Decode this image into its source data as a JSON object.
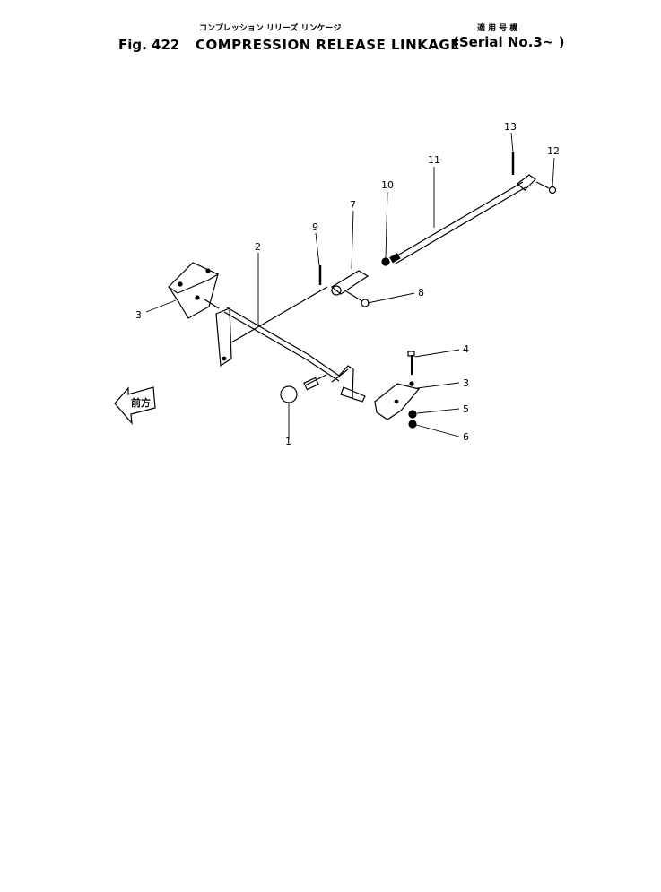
{
  "header": {
    "figure_number": "Fig. 422",
    "title": "COMPRESSION RELEASE LINKAGE",
    "title_japanese": "コンプレッション リリーズ リンケージ",
    "serial": "(Serial No.3~     )",
    "serial_japanese": "適 用 号 機"
  },
  "diagram": {
    "direction_label": "前方",
    "part_labels": [
      "1",
      "2",
      "3",
      "3",
      "4",
      "5",
      "6",
      "7",
      "8",
      "9",
      "10",
      "11",
      "12",
      "13"
    ]
  }
}
